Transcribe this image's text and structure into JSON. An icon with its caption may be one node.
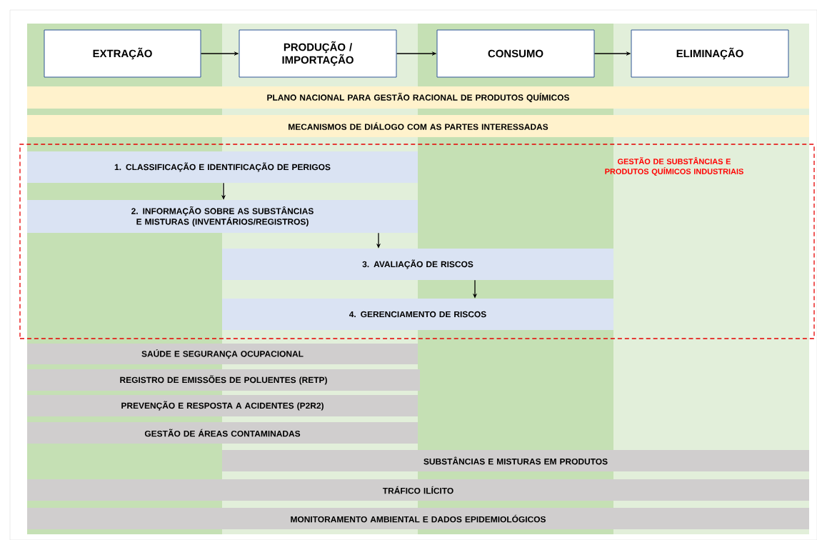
{
  "diagram": {
    "nodes": [
      {
        "text": [
          "EXTRAÇÃO"
        ]
      },
      {
        "text": [
          "PRODUÇÃO / IMPORTAÇÃO"
        ]
      },
      {
        "text": [
          "CONSUMO"
        ]
      },
      {
        "text": [
          "ELIMINAÇÃO"
        ]
      },
      {
        "text": [
          "PLANO NACIONAL PARA GESTÃO RACIONAL DE PRODUTOS QUÍMICOS"
        ]
      },
      {
        "text": [
          "MECANISMOS DE DIÁLOGO COM AS PARTES INTERESSADAS"
        ]
      },
      {
        "text": [
          "GESTÃO DE SUBSTÂNCIAS E PRODUTOS QUÍMICOS INDUSTRIAIS"
        ]
      },
      {
        "text": [
          "1. CLASSIFICAÇÃO E IDENTIFICAÇÃO DE PERIGOS"
        ],
        "in": 6
      },
      {
        "text": [
          "2. INFORMAÇÃO SOBRE AS SUBSTÂNCIAS E MISTURAS (INVENTÁRIOS/REGISTROS)"
        ],
        "in": 6
      },
      {
        "text": [
          "3. AVALIAÇÃO DE RISCOS"
        ],
        "in": 6
      },
      {
        "text": [
          "4. GERENCIAMENTO  DE RISCOS"
        ],
        "in": 6
      },
      {
        "text": [
          "SAÚDE E SEGURANÇA OCUPACIONAL"
        ]
      },
      {
        "text": [
          "REGISTRO DE EMISSÕES DE POLUENTES (RETP)"
        ]
      },
      {
        "text": [
          "PREVENÇÃO E RESPOSTA A ACIDENTES (P2R2)"
        ]
      },
      {
        "text": [
          "GESTÃO DE ÁREAS CONTAMINADAS"
        ]
      },
      {
        "text": [
          "SUBSTÂNCIAS E MISTURAS EM PRODUTOS"
        ]
      },
      {
        "text": [
          "TRÁFICO ILÍCITO"
        ]
      },
      {
        "text": [
          "MONITORAMENTO AMBIENTAL E DADOS EPIDEMIOLÓGICOS"
        ]
      }
    ],
    "edges": [
      {
        "from": 0,
        "to": 1,
        "arrow": "to"
      },
      {
        "from": 1,
        "to": 2,
        "arrow": "to"
      },
      {
        "from": 2,
        "to": 3,
        "arrow": "to"
      },
      {
        "from": 7,
        "to": 8,
        "arrow": "to"
      },
      {
        "from": 8,
        "to": 9,
        "arrow": "to"
      },
      {
        "from": 9,
        "to": 10,
        "arrow": "to"
      }
    ]
  }
}
